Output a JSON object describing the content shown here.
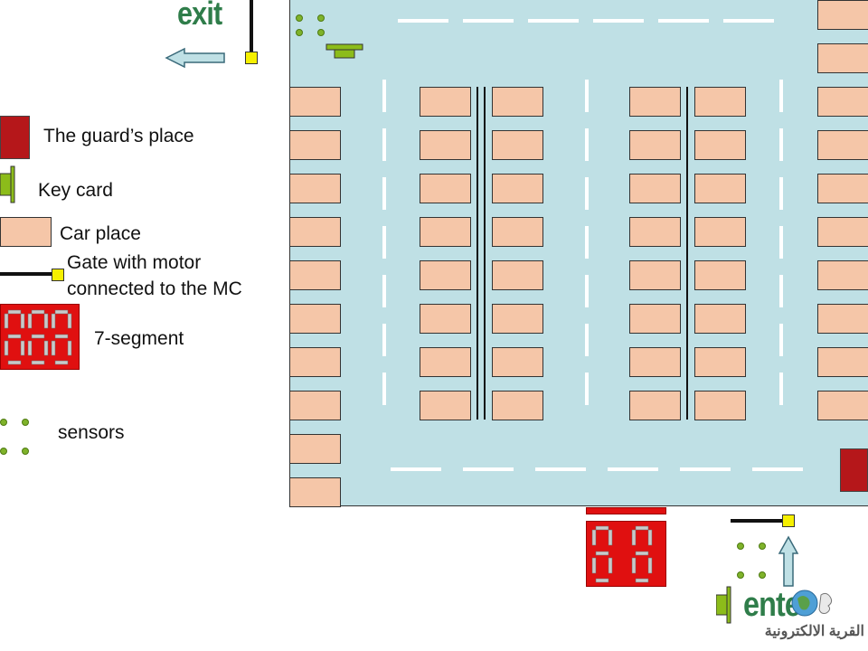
{
  "signs": {
    "exit": "exit",
    "enter": "enter"
  },
  "legend": {
    "guard": "The guard’s place",
    "key_card": "Key card",
    "car_place": "Car place",
    "gate_line1": "Gate with motor",
    "gate_line2": "connected to the MC",
    "seven_segment": "7-segment",
    "sensors": "sensors"
  },
  "watermark": "القرية الالكترونية",
  "colors": {
    "lot": "#bfe0e5",
    "car": "#f5c6a8",
    "guard": "#b5171a",
    "key_card": "#8cbc1a",
    "gate_box": "#f6f000",
    "segment": "#e01010",
    "sensor": "#7fb32a",
    "arrow": "#bfe0e5",
    "sign_text": "#2f7d4a"
  }
}
